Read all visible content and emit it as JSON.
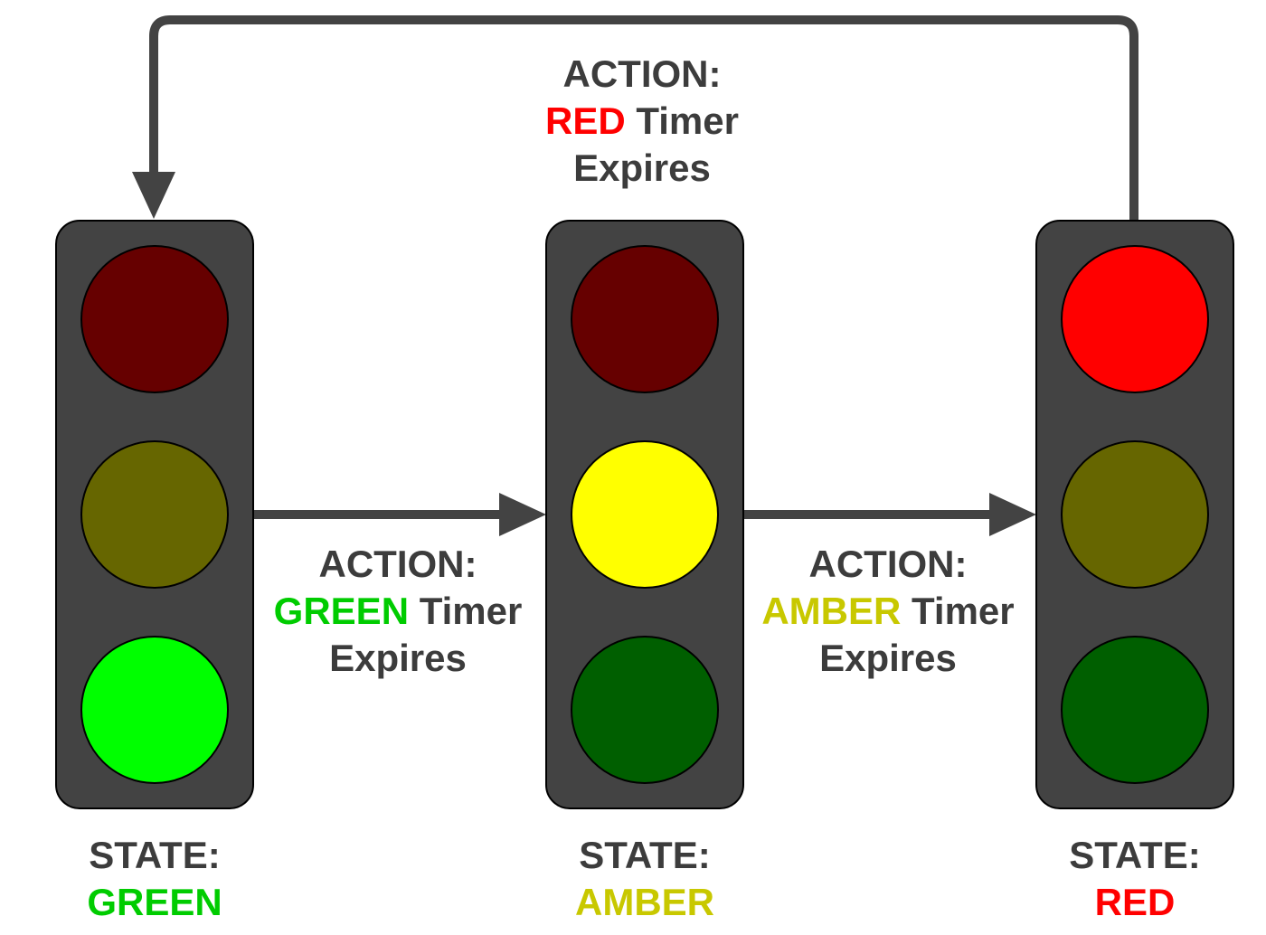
{
  "colors": {
    "housing": "#434343",
    "arrow": "#434343",
    "text": "#3c3c3c",
    "red_on": "#ff0000",
    "red_off": "#660000",
    "amber_on": "#ffff00",
    "amber_off": "#666600",
    "green_on": "#00ff00",
    "green_off": "#005f00",
    "green_text": "#00cc00",
    "amber_text": "#c8c800",
    "red_text": "#ff0000"
  },
  "lights": [
    {
      "id": "green",
      "lamps": {
        "red": "off",
        "amber": "off",
        "green": "on"
      }
    },
    {
      "id": "amber",
      "lamps": {
        "red": "off",
        "amber": "on",
        "green": "off"
      }
    },
    {
      "id": "red",
      "lamps": {
        "red": "on",
        "amber": "off",
        "green": "off"
      }
    }
  ],
  "actions": {
    "red": {
      "heading": "ACTION:",
      "color_word": "RED",
      "rest": "Timer",
      "line3": "Expires"
    },
    "green": {
      "heading": "ACTION:",
      "color_word": "GREEN",
      "rest": "Timer",
      "line3": "Expires"
    },
    "amber": {
      "heading": "ACTION:",
      "color_word": "AMBER",
      "rest": "Timer",
      "line3": "Expires"
    }
  },
  "states": {
    "green": {
      "heading": "STATE:",
      "value": "GREEN"
    },
    "amber": {
      "heading": "STATE:",
      "value": "AMBER"
    },
    "red": {
      "heading": "STATE:",
      "value": "RED"
    }
  }
}
